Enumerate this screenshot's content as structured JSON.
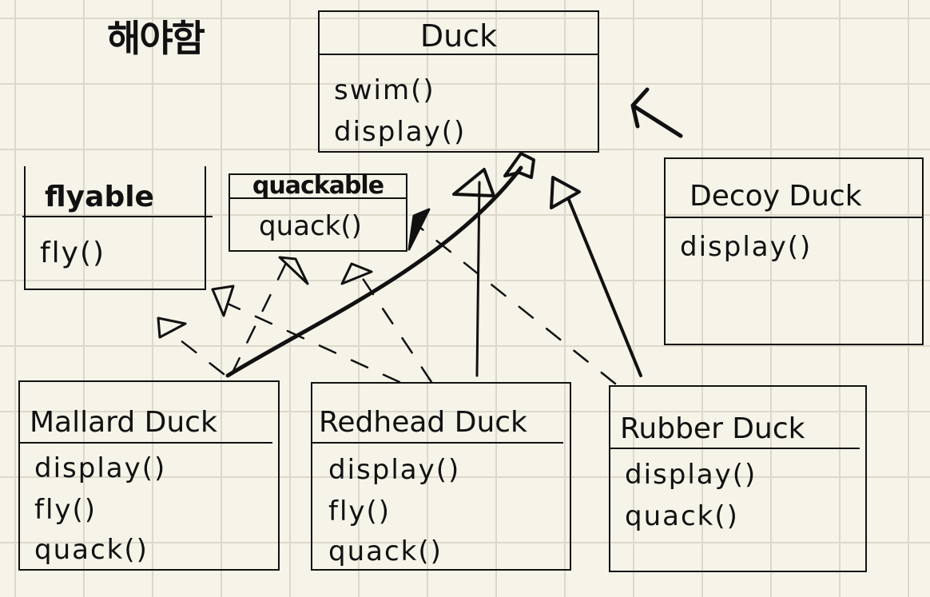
{
  "note": "해야함",
  "classes": {
    "duck": {
      "name": "Duck",
      "methods": [
        "swim()",
        "display()"
      ]
    },
    "flyable": {
      "name": "flyable",
      "methods": [
        "fly()"
      ]
    },
    "quackable": {
      "name": "quackable",
      "methods": [
        "quack()"
      ]
    },
    "decoy": {
      "name": "Decoy Duck",
      "methods": [
        "display()"
      ]
    },
    "mallard": {
      "name": "Mallard Duck",
      "methods": [
        "display()",
        "fly()",
        "quack()"
      ]
    },
    "redhead": {
      "name": "Redhead Duck",
      "methods": [
        "display()",
        "fly()",
        "quack()"
      ]
    },
    "rubber": {
      "name": "Rubber Duck",
      "methods": [
        "display()",
        "quack()"
      ]
    }
  },
  "relations": [
    {
      "from": "Mallard Duck",
      "to": "Duck",
      "type": "inheritance"
    },
    {
      "from": "Redhead Duck",
      "to": "Duck",
      "type": "inheritance"
    },
    {
      "from": "Rubber Duck",
      "to": "Duck",
      "type": "inheritance"
    },
    {
      "from": "Decoy Duck",
      "to": "Duck",
      "type": "inheritance"
    },
    {
      "from": "Mallard Duck",
      "to": "flyable",
      "type": "realization"
    },
    {
      "from": "Mallard Duck",
      "to": "quackable",
      "type": "realization"
    },
    {
      "from": "Redhead Duck",
      "to": "flyable",
      "type": "realization"
    },
    {
      "from": "Redhead Duck",
      "to": "quackable",
      "type": "realization"
    },
    {
      "from": "Rubber Duck",
      "to": "quackable",
      "type": "realization"
    }
  ]
}
